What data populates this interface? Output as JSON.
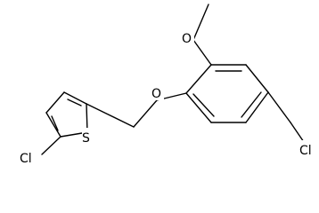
{
  "atoms": {
    "thiophene_chlorine": "Cl",
    "thiophene_sulfur": "S",
    "ether_oxygen": "O",
    "methoxy_oxygen": "O",
    "chloromethyl_chlorine": "Cl"
  },
  "colors": {
    "bond": "#000000",
    "label": "#000000",
    "background": "#ffffff"
  }
}
